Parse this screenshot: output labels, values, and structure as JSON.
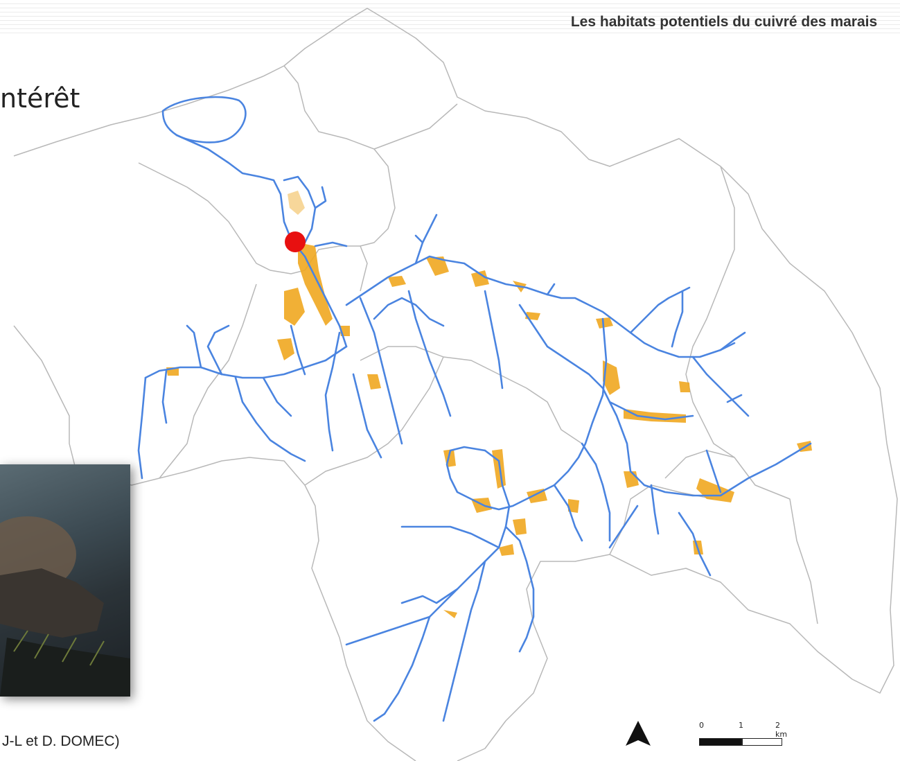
{
  "map": {
    "title": "Les habitats potentiels du cuivré des marais",
    "slide_fragment": "ntérêt",
    "credit": "J-L et D. DOMEC)",
    "scale": {
      "labels": [
        "0",
        "1",
        "2 km"
      ]
    },
    "colors": {
      "rivers": "#4a84e0",
      "habitat": "#f0a820",
      "boundaries": "#b8b8b8",
      "marker": "#e81010"
    },
    "icons": [
      "north-arrow-icon",
      "location-marker-icon"
    ]
  }
}
